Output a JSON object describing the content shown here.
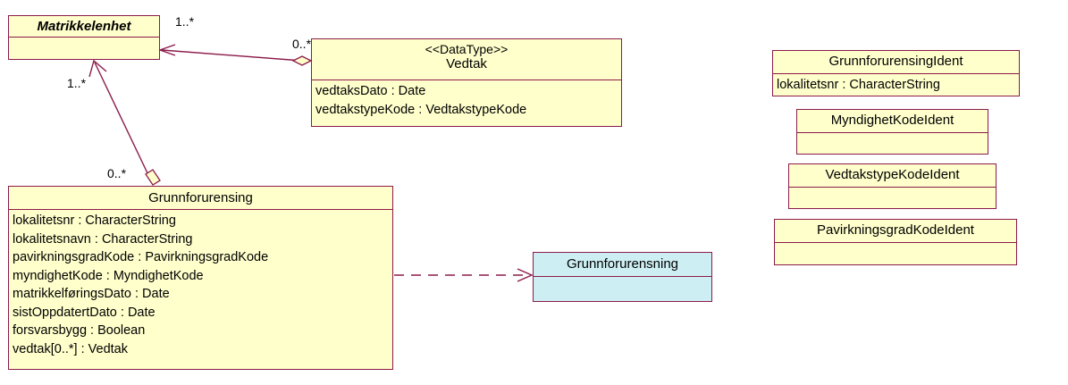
{
  "diagram": {
    "type": "uml-class-diagram",
    "colors": {
      "class_fill": "#FFFFCC",
      "datatype_fill": "#FFFFCC",
      "feature_fill": "#CDEEF2",
      "border": "#8B1A4A",
      "text": "#000000",
      "background": "#FFFFFF"
    }
  },
  "classes": {
    "matrikkelenhet": {
      "name": "Matrikkelenhet",
      "stereotype": "",
      "abstract": true,
      "attributes": []
    },
    "vedtak": {
      "name": "Vedtak",
      "stereotype": "<<DataType>>",
      "abstract": false,
      "attributes": [
        "vedtaksDato : Date",
        "vedtakstypeKode : VedtakstypeKode"
      ]
    },
    "grunnforurensing": {
      "name": "Grunnforurensing",
      "stereotype": "",
      "abstract": false,
      "attributes": [
        "lokalitetsnr : CharacterString",
        "lokalitetsnavn : CharacterString",
        "pavirkningsgradKode : PavirkningsgradKode",
        "myndighetKode : MyndighetKode",
        "matrikkelføringsDato : Date",
        "sistOppdatertDato : Date",
        "forsvarsbygg : Boolean",
        "vedtak[0..*] : Vedtak"
      ]
    },
    "grunnforurensning_feature": {
      "name": "Grunnforurensning",
      "stereotype": "",
      "abstract": false,
      "attributes": []
    },
    "grunnforurensingident": {
      "name": "GrunnforurensingIdent",
      "stereotype": "",
      "abstract": false,
      "attributes": [
        "lokalitetsnr : CharacterString"
      ]
    },
    "myndighetkodeident": {
      "name": "MyndighetKodeIdent",
      "stereotype": "",
      "abstract": false,
      "attributes": []
    },
    "vedtakstypekodeident": {
      "name": "VedtakstypeKodeIdent",
      "stereotype": "",
      "abstract": false,
      "attributes": []
    },
    "pavirkningsgradkodeident": {
      "name": "PavirkningsgradKodeIdent",
      "stereotype": "",
      "abstract": false,
      "attributes": []
    }
  },
  "relationships": [
    {
      "id": "vedtak-matrikkelenhet",
      "kind": "aggregation",
      "source": "vedtak",
      "target": "matrikkelenhet",
      "source_multiplicity": "0..*",
      "target_multiplicity": "1..*"
    },
    {
      "id": "grunnforurensing-matrikkelenhet",
      "kind": "aggregation",
      "source": "grunnforurensing",
      "target": "matrikkelenhet",
      "source_multiplicity": "0..*",
      "target_multiplicity": "1..*"
    },
    {
      "id": "grunnforurensing-grunnforurensning",
      "kind": "dependency",
      "source": "grunnforurensing",
      "target": "grunnforurensning_feature",
      "source_multiplicity": "",
      "target_multiplicity": ""
    }
  ]
}
